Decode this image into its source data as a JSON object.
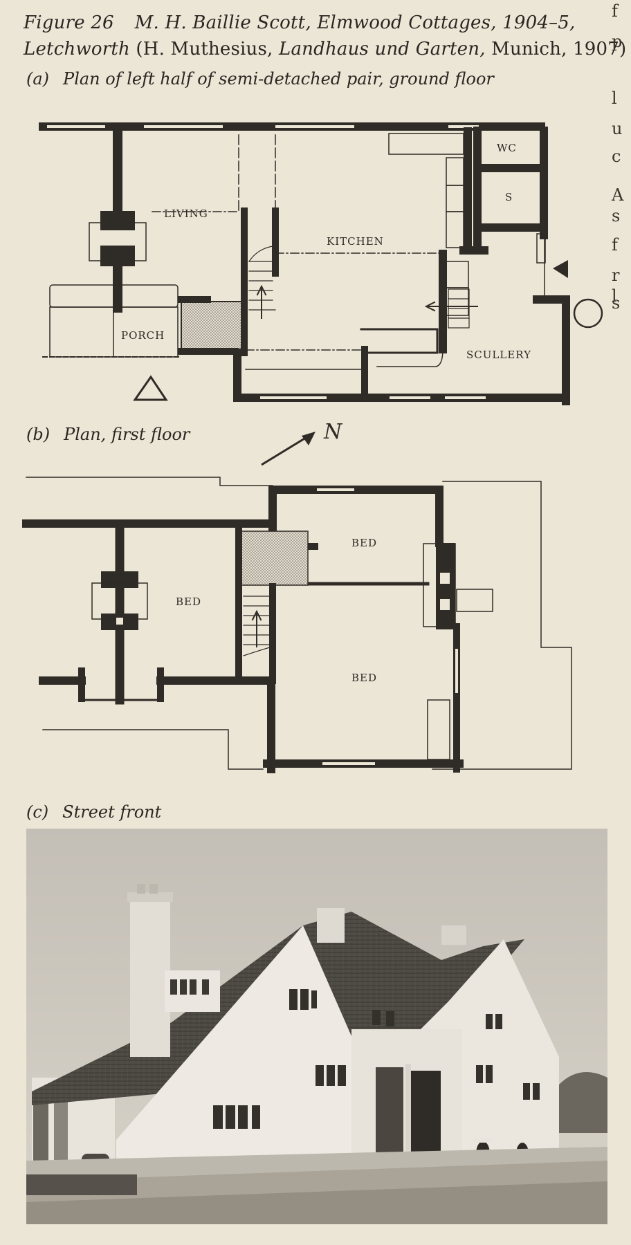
{
  "caption": {
    "figure_number": "Figure 26",
    "title_line1": "M. H. Baillie Scott, Elmwood Cottages, 1904–5,",
    "title_line2_a": "Letchworth",
    "title_line2_b": "(H. Muthesius,",
    "title_line2_c": "Landhaus und Garten,",
    "title_line2_d": "Munich, 1907)"
  },
  "panels": [
    {
      "letter": "(a)",
      "title": "Plan of left half of semi-detached pair, ground floor"
    },
    {
      "letter": "(b)",
      "title": "Plan, first floor"
    },
    {
      "letter": "(c)",
      "title": "Street front"
    }
  ],
  "ground_floor": {
    "rooms": {
      "living": "LIVING",
      "kitchen": "KITCHEN",
      "porch": "PORCH",
      "scullery": "SCULLERY",
      "wc": "WC",
      "s": "S"
    },
    "north_arrow": "N"
  },
  "first_floor": {
    "rooms": {
      "bed_left": "BED",
      "bed_top": "BED",
      "bed_bottom": "BED"
    }
  },
  "edge_fragments": [
    "f",
    "p",
    "l",
    "u",
    "c",
    "A",
    "s",
    "f",
    "r",
    "l",
    "s"
  ]
}
